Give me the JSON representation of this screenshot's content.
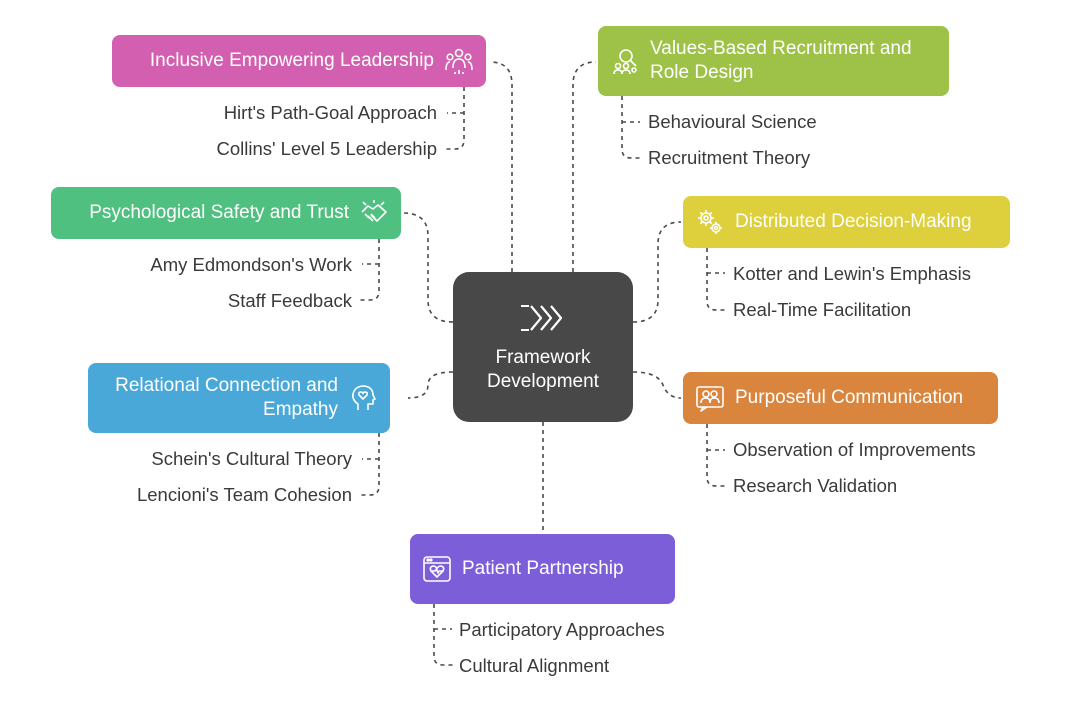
{
  "center": {
    "title": "Framework\nDevelopment",
    "icon": "chevrons-right-icon"
  },
  "branches": [
    {
      "id": "inclusive",
      "title": "Inclusive Empowering Leadership",
      "color": "#d35fb0",
      "icon": "people-group-icon",
      "leaves": [
        "Hirt's Path-Goal Approach",
        "Collins' Level 5 Leadership"
      ]
    },
    {
      "id": "psych",
      "title": "Psychological Safety and Trust",
      "color": "#4fc07f",
      "icon": "handshake-icon",
      "leaves": [
        "Amy Edmondson's Work",
        "Staff Feedback"
      ]
    },
    {
      "id": "relational",
      "title": "Relational Connection and\nEmpathy",
      "color": "#4aa8d8",
      "icon": "heart-head-icon",
      "leaves": [
        "Schein's Cultural Theory",
        "Lencioni's Team Cohesion"
      ]
    },
    {
      "id": "values",
      "title": "Values-Based Recruitment and\nRole Design",
      "color": "#9dc247",
      "icon": "recruitment-icon",
      "leaves": [
        "Behavioural Science",
        "Recruitment Theory"
      ]
    },
    {
      "id": "distributed",
      "title": "Distributed Decision-Making",
      "color": "#ddd03c",
      "icon": "gears-icon",
      "leaves": [
        "Kotter and Lewin's Emphasis",
        "Real-Time Facilitation"
      ]
    },
    {
      "id": "purposeful",
      "title": "Purposeful Communication",
      "color": "#d9853e",
      "icon": "communication-icon",
      "leaves": [
        "Observation of Improvements",
        "Research Validation"
      ]
    },
    {
      "id": "patient",
      "title": "Patient Partnership",
      "color": "#7d5ed9",
      "icon": "heart-window-icon",
      "leaves": [
        "Participatory Approaches",
        "Cultural Alignment"
      ]
    }
  ]
}
